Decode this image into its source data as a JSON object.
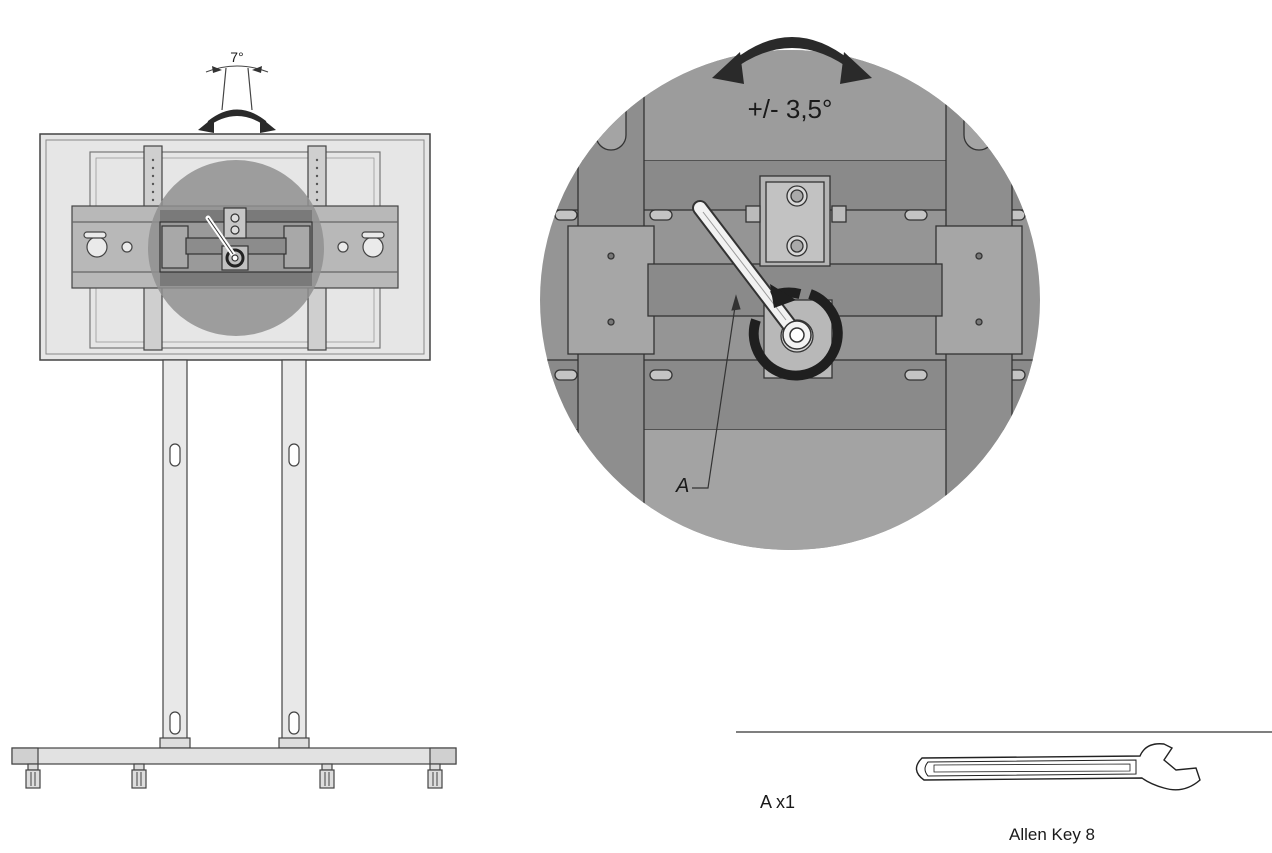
{
  "overview": {
    "tilt_angle_label": "7°"
  },
  "detail": {
    "rotation_label": "+/- 3,5°",
    "part_callout": "A"
  },
  "parts_list": {
    "quantity_label": "A x1",
    "tool_name": "Allen Key 8"
  },
  "colors": {
    "line": "#333333",
    "screen_fill": "#e6e6e6",
    "bracket_fill": "#b5b5b5",
    "magnifier_fill": "#8f8f8f",
    "arrow": "#2a2a2a"
  }
}
